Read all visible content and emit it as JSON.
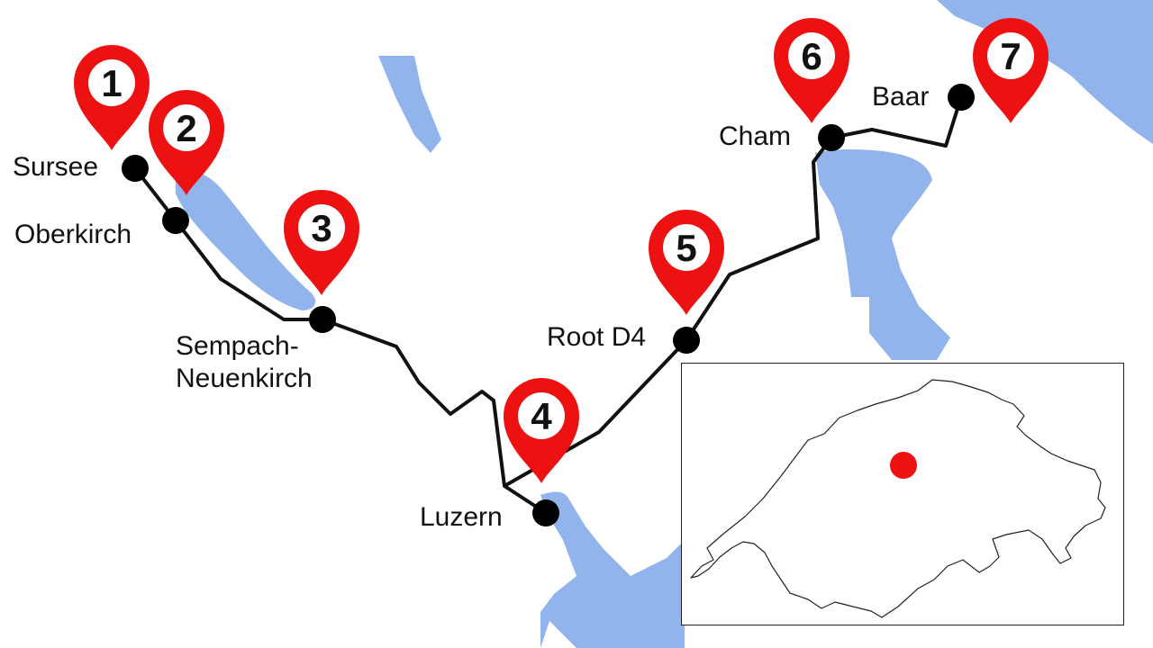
{
  "colors": {
    "water": "#92b4ec",
    "route": "#111111",
    "station": "#000000",
    "pin": "#ee1111",
    "inset_marker": "#ee1111"
  },
  "stations": [
    {
      "id": "sursee",
      "label": "Sursee"
    },
    {
      "id": "oberkirch",
      "label": "Oberkirch"
    },
    {
      "id": "sempach",
      "label": "Sempach-\nNeuenkirch"
    },
    {
      "id": "luzern",
      "label": "Luzern"
    },
    {
      "id": "root",
      "label": "Root D4"
    },
    {
      "id": "cham",
      "label": "Cham"
    },
    {
      "id": "baar",
      "label": "Baar"
    }
  ],
  "pins": [
    {
      "number": "1"
    },
    {
      "number": "2"
    },
    {
      "number": "3"
    },
    {
      "number": "4"
    },
    {
      "number": "5"
    },
    {
      "number": "6"
    },
    {
      "number": "7"
    }
  ],
  "inset": {
    "description_icon": "switzerland-outline-icon",
    "marker_icon": "location-dot-icon"
  }
}
